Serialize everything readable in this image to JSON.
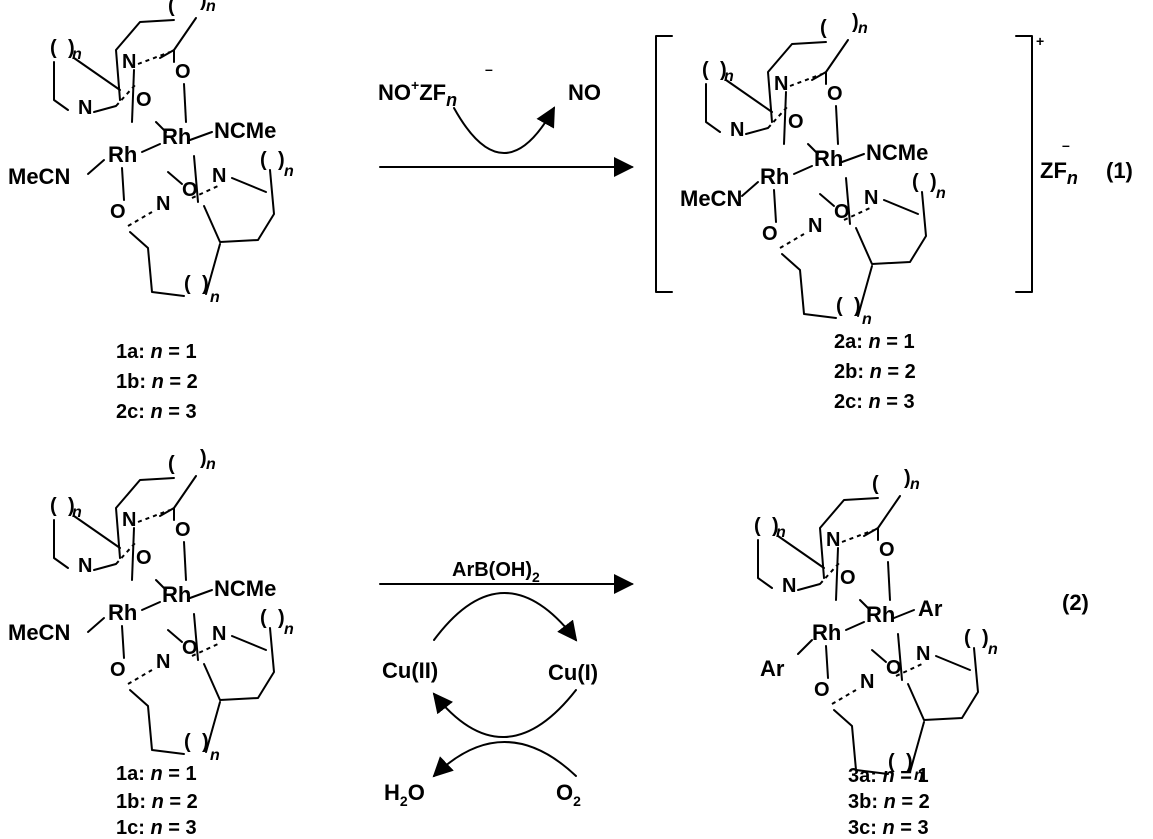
{
  "atoms": {
    "rh": "Rh",
    "n": "N",
    "o": "O",
    "mecn": "MeCN",
    "ncme": "NCMe",
    "ar": "Ar",
    "nsub": "n",
    "paren_open": "(",
    "paren_close": ")"
  },
  "reaction1": {
    "number": "(1)",
    "reagent_prefix": "NO",
    "reagent_plus": "+",
    "reagent_zf": "ZF",
    "reagent_minus": "–",
    "byproduct": "NO",
    "charge": "+",
    "counterion_zf": "ZF",
    "counterion_minus": "–",
    "labels_left": [
      {
        "code": "1a:",
        "n": "n",
        "val": " = 1"
      },
      {
        "code": "1b:",
        "n": "n",
        "val": " = 2"
      },
      {
        "code": "2c:",
        "n": "n",
        "val": " = 3"
      }
    ],
    "labels_right": [
      {
        "code": "2a:",
        "n": "n",
        "val": " = 1"
      },
      {
        "code": "2b:",
        "n": "n",
        "val": " = 2"
      },
      {
        "code": "2c:",
        "n": "n",
        "val": " = 3"
      }
    ]
  },
  "reaction2": {
    "number": "(2)",
    "reagent": "ArB(OH)",
    "reagent_sub": "2",
    "cu_left": "Cu(II)",
    "cu_right": "Cu(I)",
    "water": "H",
    "water_sub": "2",
    "water_o": "O",
    "oxygen": "O",
    "oxygen_sub": "2",
    "labels_left": [
      {
        "code": "1a:",
        "n": "n",
        "val": " = 1"
      },
      {
        "code": "1b:",
        "n": "n",
        "val": " = 2"
      },
      {
        "code": "1c:",
        "n": "n",
        "val": " = 3"
      }
    ],
    "labels_right": [
      {
        "code": "3a:",
        "n": "n",
        "val": " = 1"
      },
      {
        "code": "3b:",
        "n": "n",
        "val": " = 2"
      },
      {
        "code": "3c:",
        "n": "n",
        "val": " = 3"
      }
    ]
  }
}
